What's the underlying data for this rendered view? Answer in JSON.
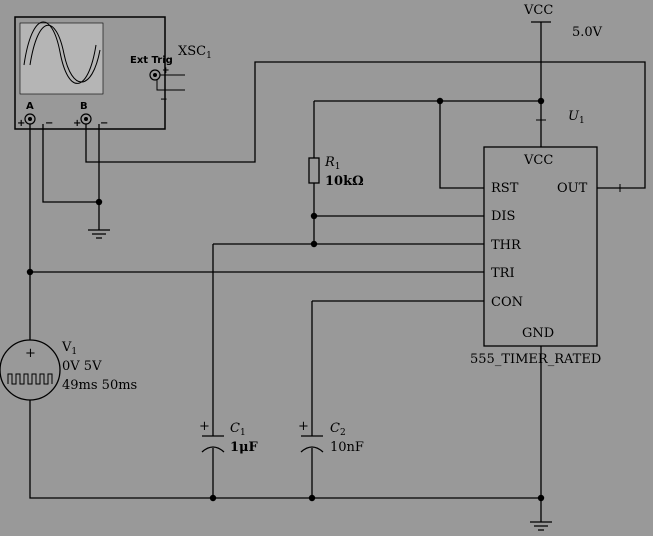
{
  "scope": {
    "name": "XSC",
    "sub": "1",
    "ext_trig": "Ext Trig",
    "ch_a": "A",
    "ch_b": "B",
    "plus": "+",
    "minus": "−"
  },
  "power": {
    "vcc": "VCC",
    "voltage": "5.0V"
  },
  "timer": {
    "ref": "U",
    "ref_sub": "1",
    "part": "555_TIMER_RATED",
    "pins": {
      "vcc": "VCC",
      "rst": "RST",
      "out": "OUT",
      "dis": "DIS",
      "thr": "THR",
      "tri": "TRI",
      "con": "CON",
      "gnd": "GND"
    }
  },
  "r1": {
    "ref": "R",
    "ref_sub": "1",
    "value": "10kΩ"
  },
  "v1": {
    "ref": "V",
    "ref_sub": "1",
    "line1": "0V 5V",
    "line2": "49ms 50ms",
    "plus": "+"
  },
  "c1": {
    "ref": "C",
    "ref_sub": "1",
    "value": "1μF",
    "plus": "+"
  },
  "c2": {
    "ref": "C",
    "ref_sub": "2",
    "value": "10nF",
    "plus": "+"
  }
}
